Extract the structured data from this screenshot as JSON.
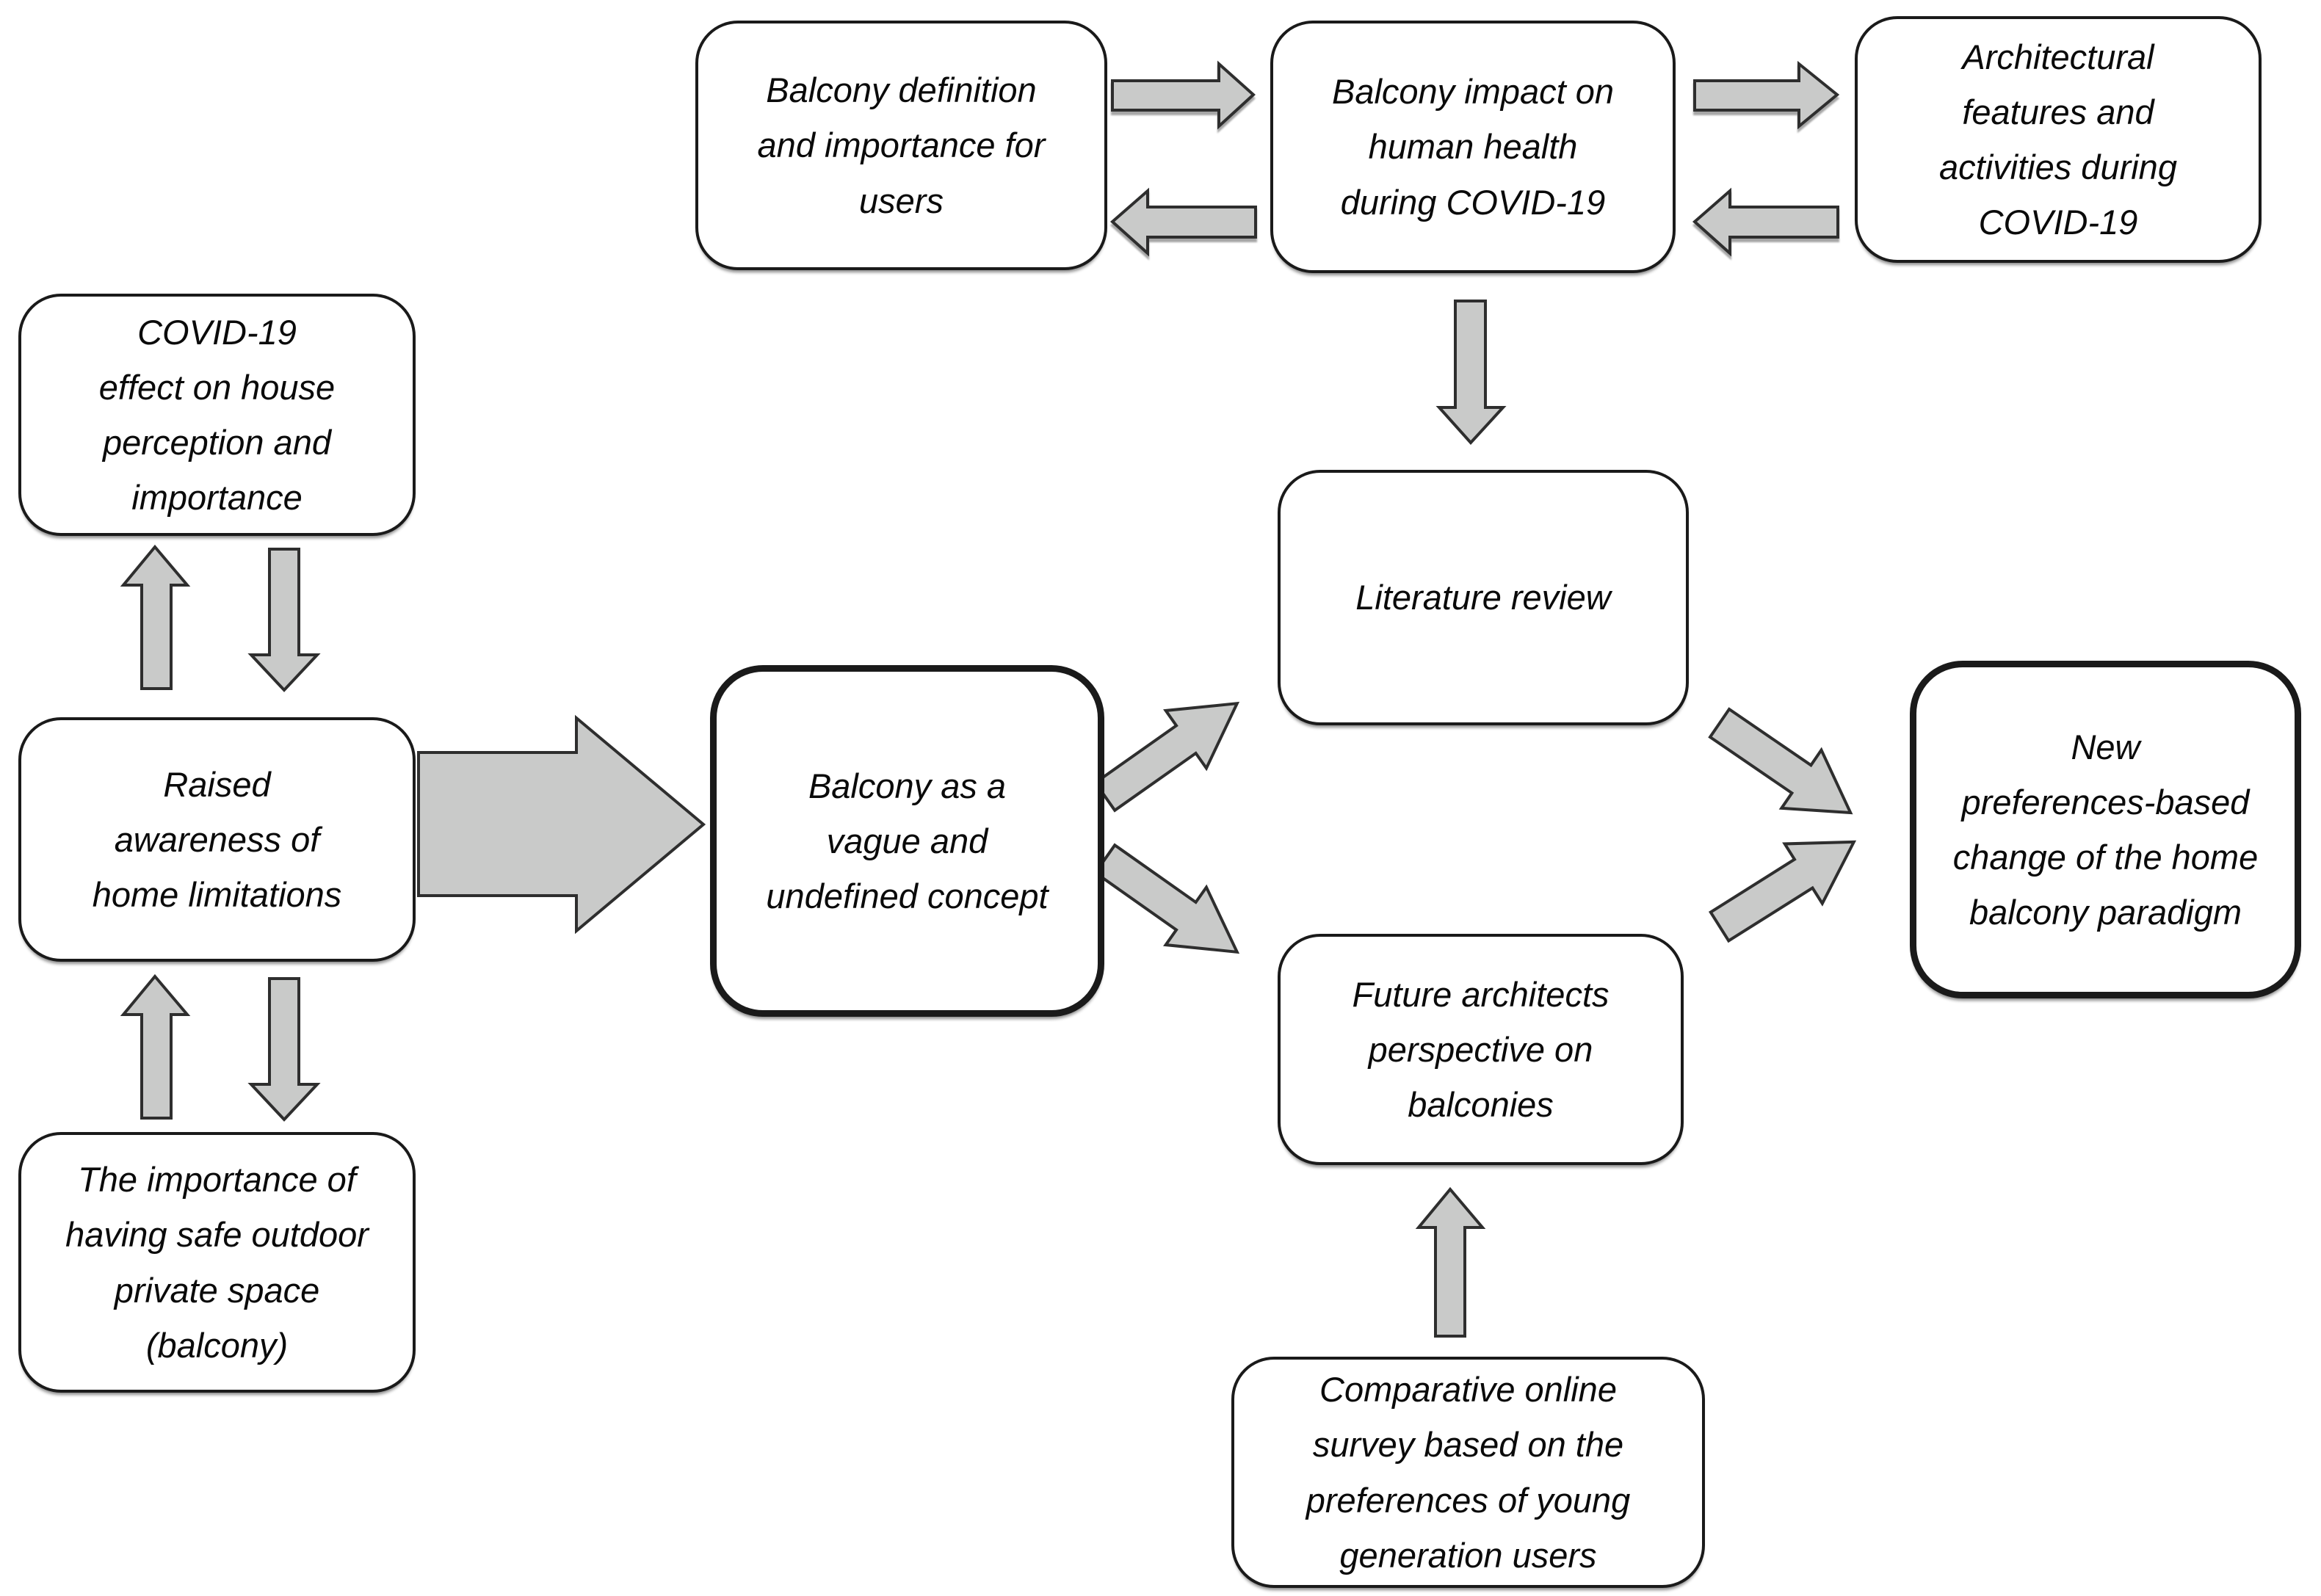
{
  "figure": {
    "description": "Research-framework flow diagram about balconies and COVID-19",
    "background_color": "#ffffff",
    "box_fill": "#ffffff",
    "box_border_color": "#1a1a1a",
    "arrow_fill": "#c9cac9",
    "arrow_outline": "#2e2e2e",
    "text_color": "#0a0a0a"
  },
  "boxes": {
    "balcony_definition": {
      "text": "Balcony definition\nand importance for\nusers",
      "emphasis": "normal"
    },
    "balcony_impact": {
      "text": "Balcony impact on\nhuman health\nduring COVID-19",
      "emphasis": "normal"
    },
    "architectural": {
      "text": "Architectural\nfeatures and\nactivities during\nCOVID-19",
      "emphasis": "normal"
    },
    "covid_effect": {
      "text": "COVID-19\neffect on house\nperception and\nimportance",
      "emphasis": "normal"
    },
    "raised_awareness": {
      "text": "Raised\nawareness of\nhome limitations",
      "emphasis": "normal"
    },
    "safe_outdoor": {
      "text": "The importance of\nhaving safe outdoor\nprivate space\n(balcony)",
      "emphasis": "normal"
    },
    "balcony_vague": {
      "text": "Balcony as a\nvague and\nundefined concept",
      "emphasis": "bold-border"
    },
    "literature_review": {
      "text": "Literature review",
      "emphasis": "normal"
    },
    "future_architects": {
      "text": "Future architects\nperspective on\nbalconies",
      "emphasis": "normal"
    },
    "survey": {
      "text": "Comparative online\nsurvey based on the\npreferences of young\ngeneration users",
      "emphasis": "normal"
    },
    "new_paradigm": {
      "text": "New\npreferences-based\nchange of the home\nbalcony paradigm",
      "emphasis": "bold-border"
    }
  },
  "arrows": [
    {
      "from": "balcony_definition",
      "to": "balcony_impact",
      "direction": "right"
    },
    {
      "from": "balcony_impact",
      "to": "balcony_definition",
      "direction": "left"
    },
    {
      "from": "balcony_impact",
      "to": "architectural",
      "direction": "right"
    },
    {
      "from": "architectural",
      "to": "balcony_impact",
      "direction": "left"
    },
    {
      "from": "balcony_impact",
      "to": "literature_review",
      "direction": "down"
    },
    {
      "from": "raised_awareness",
      "to": "covid_effect",
      "direction": "up"
    },
    {
      "from": "covid_effect",
      "to": "raised_awareness",
      "direction": "down"
    },
    {
      "from": "safe_outdoor",
      "to": "raised_awareness",
      "direction": "up"
    },
    {
      "from": "raised_awareness",
      "to": "safe_outdoor",
      "direction": "down"
    },
    {
      "from": "raised_awareness",
      "to": "balcony_vague",
      "direction": "right-large"
    },
    {
      "from": "balcony_vague",
      "to": "literature_review",
      "direction": "diagonal-up-right"
    },
    {
      "from": "balcony_vague",
      "to": "future_architects",
      "direction": "diagonal-down-right"
    },
    {
      "from": "literature_review",
      "to": "new_paradigm",
      "direction": "diagonal-down-right"
    },
    {
      "from": "future_architects",
      "to": "new_paradigm",
      "direction": "diagonal-up-right"
    },
    {
      "from": "survey",
      "to": "future_architects",
      "direction": "up"
    }
  ]
}
